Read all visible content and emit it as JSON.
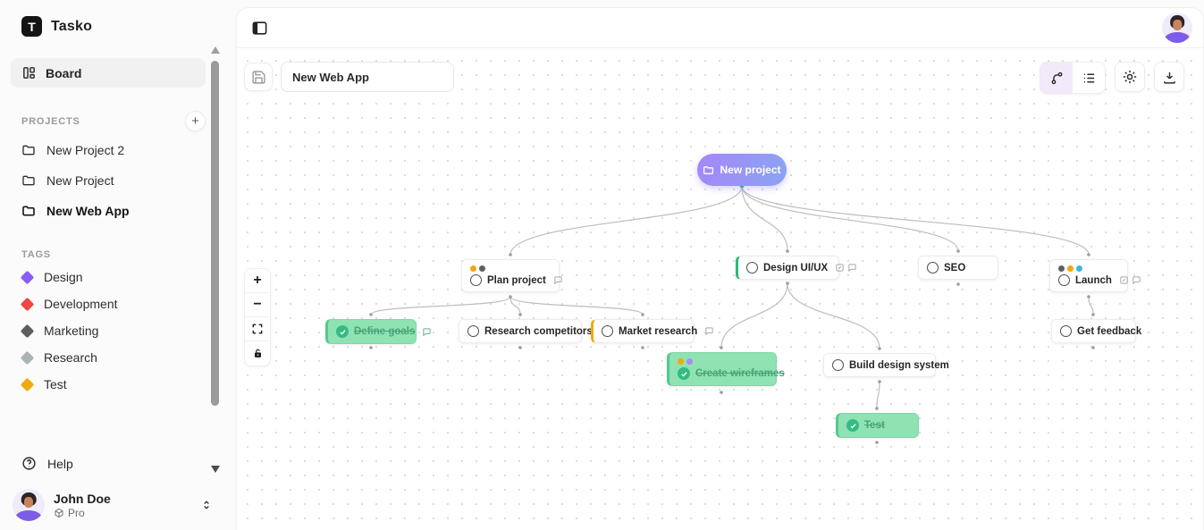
{
  "app": {
    "name": "Tasko",
    "logo_letter": "T"
  },
  "sidebar": {
    "nav_board": "Board",
    "projects": {
      "header": "PROJECTS",
      "add": "+",
      "items": [
        {
          "label": "New Project 2",
          "active": false
        },
        {
          "label": "New Project",
          "active": false
        },
        {
          "label": "New Web App",
          "active": true
        }
      ]
    },
    "tags": {
      "header": "TAGS",
      "items": [
        {
          "label": "Design",
          "color": "#8b5cf6"
        },
        {
          "label": "Development",
          "color": "#ee4545"
        },
        {
          "label": "Marketing",
          "color": "#5f5f5f"
        },
        {
          "label": "Research",
          "color": "#a9b4b6"
        },
        {
          "label": "Test",
          "color": "#f0a90e"
        }
      ]
    },
    "help": "Help",
    "user": {
      "name": "John Doe",
      "plan": "Pro"
    }
  },
  "toolbar": {
    "title_value": "New Web App"
  },
  "zoom_controls": {
    "in": "+",
    "out": "−"
  },
  "canvas": {
    "root": {
      "label": "New project"
    },
    "nodes": [
      {
        "id": "plan-project",
        "label": "Plan project",
        "completed": false,
        "tag_dots": [
          "#f0a90e",
          "#5f5f5f"
        ],
        "has_comment": true
      },
      {
        "id": "design-ui-ux",
        "label": "Design UI/UX",
        "completed": false,
        "accent": "#2fb872",
        "has_edit": true,
        "has_comment": true
      },
      {
        "id": "seo",
        "label": "SEO",
        "completed": false
      },
      {
        "id": "launch",
        "label": "Launch",
        "completed": false,
        "tag_dots": [
          "#5f5f5f",
          "#f0a90e",
          "#3db9d3"
        ],
        "has_edit": true,
        "has_comment": true
      },
      {
        "id": "define-goals",
        "label": "Define goals",
        "completed": true,
        "has_comment": true
      },
      {
        "id": "research-competitors",
        "label": "Research competitors",
        "completed": false
      },
      {
        "id": "market-research",
        "label": "Market research",
        "completed": false,
        "accent": "#f0a90e",
        "has_comment": true
      },
      {
        "id": "create-wireframes",
        "label": "Create wireframes",
        "completed": true,
        "tag_dots": [
          "#f0a90e",
          "#a78bfa"
        ]
      },
      {
        "id": "build-design-system",
        "label": "Build design system",
        "completed": false
      },
      {
        "id": "test",
        "label": "Test",
        "completed": true
      },
      {
        "id": "get-feedback",
        "label": "Get feedback",
        "completed": false
      }
    ],
    "colors": {
      "root_gradient_start": "#a687f8",
      "root_gradient_end": "#8aa3f3",
      "done_bg": "#8fe2b2",
      "done_border": "#57c78e",
      "done_text": "#47a377",
      "edge": "#bdbdbd",
      "handle": "#9e9e9e",
      "handle_active": "#2fc36f"
    }
  }
}
